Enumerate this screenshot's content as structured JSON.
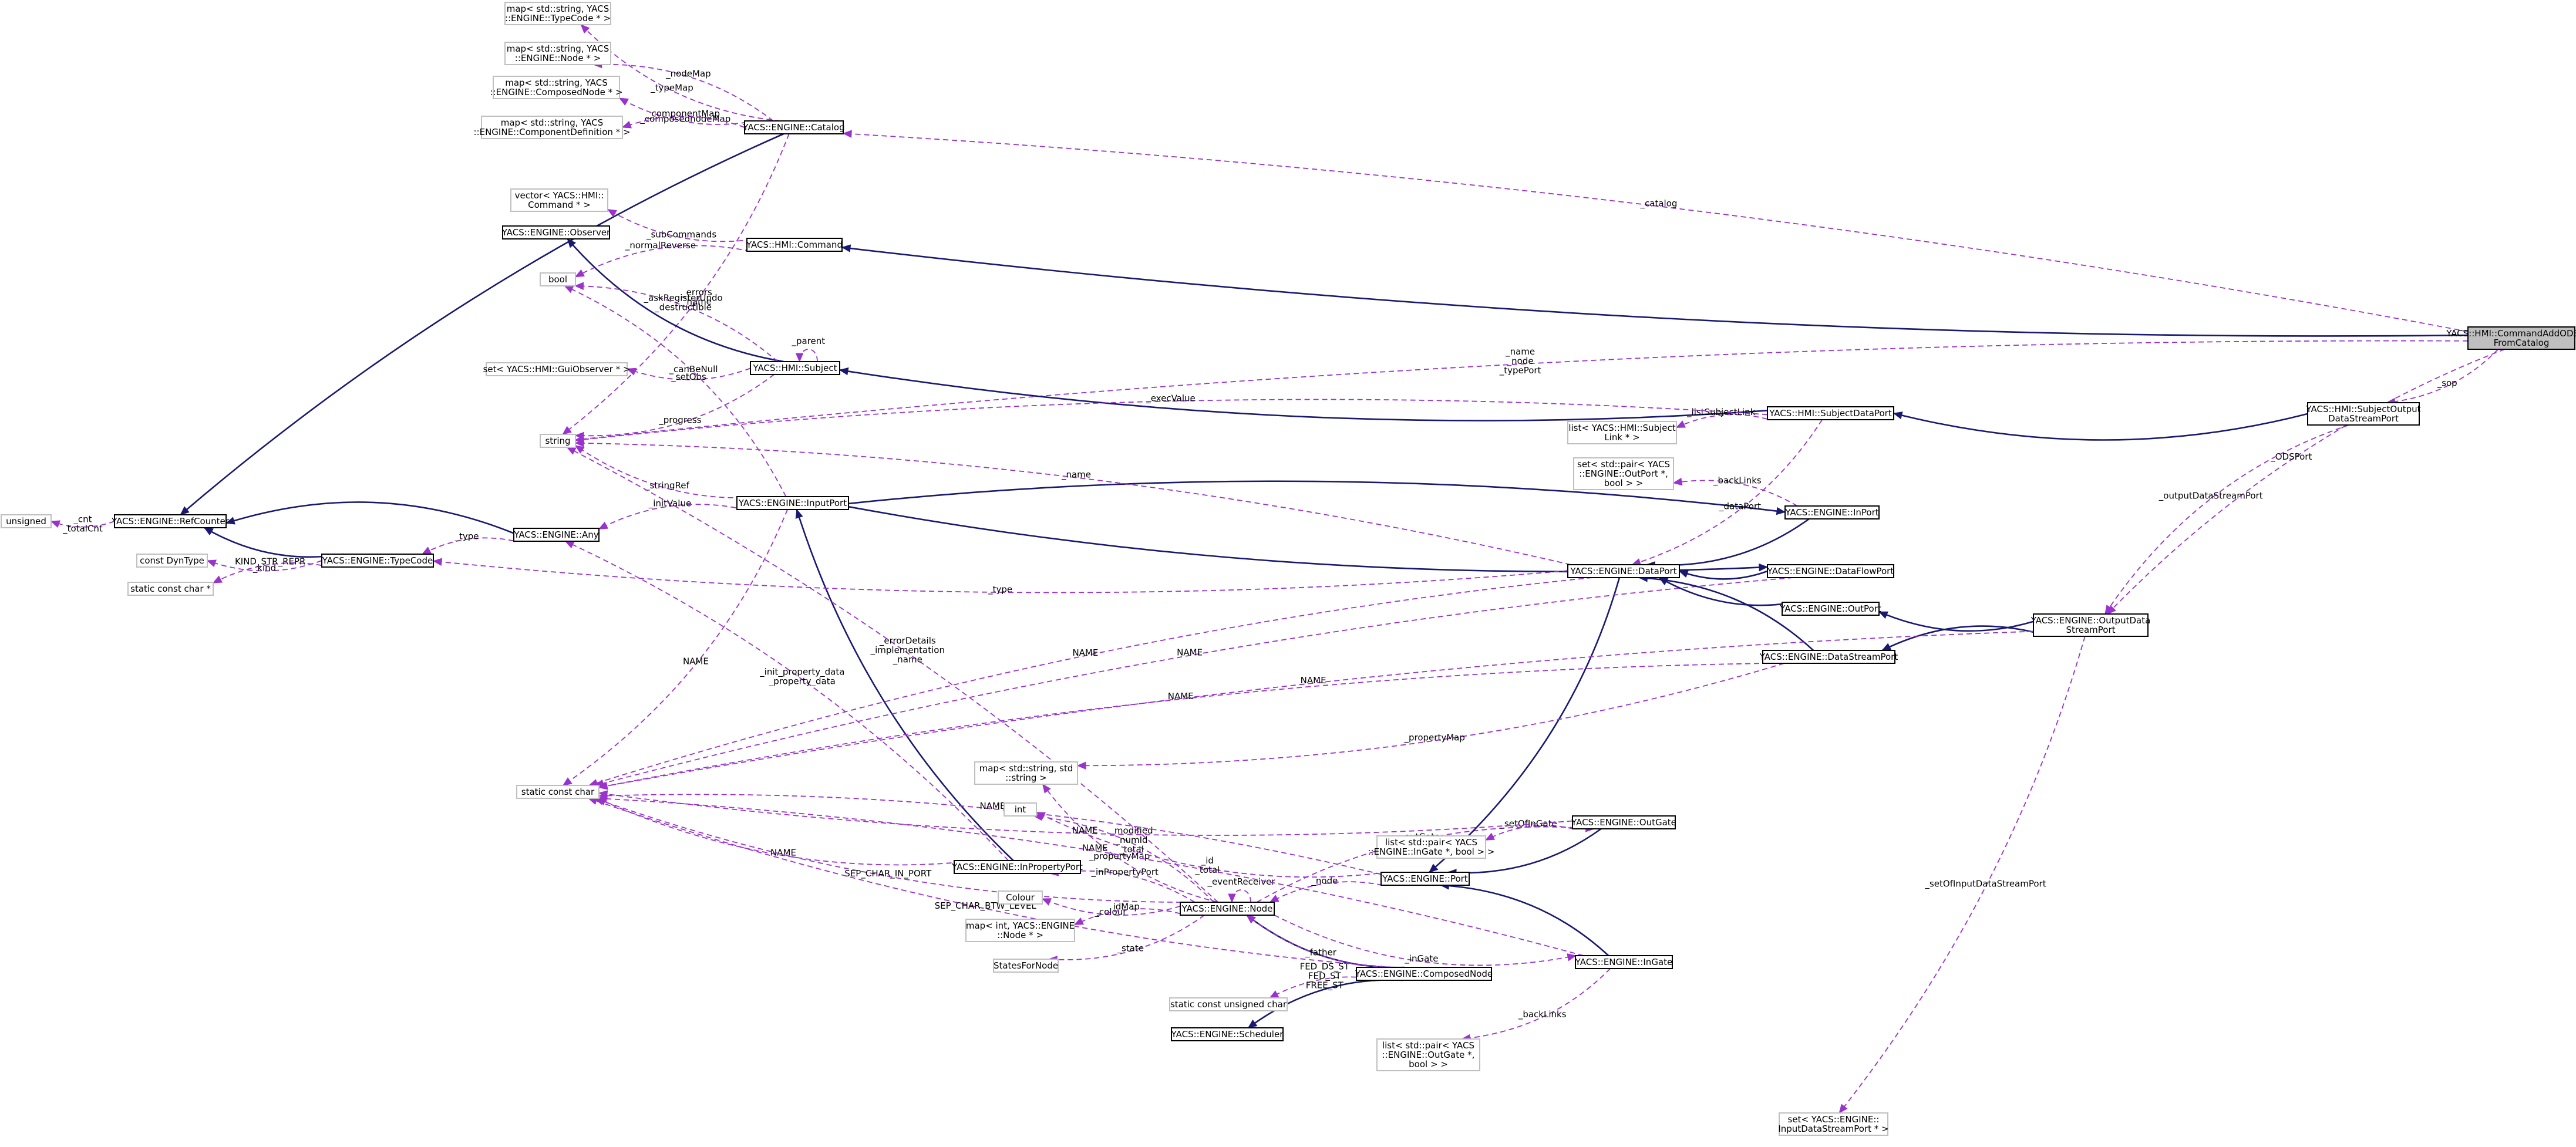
{
  "nodes": {
    "focus": {
      "lines": [
        "YACS::HMI::CommandAddODSPort",
        "FromCatalog"
      ]
    },
    "typecode_map": {
      "lines": [
        "map< std::string, YACS",
        "::ENGINE::TypeCode * >"
      ]
    },
    "node_map": {
      "lines": [
        "map< std::string, YACS",
        "::ENGINE::Node * >"
      ]
    },
    "composed_map": {
      "lines": [
        "map< std::string, YACS",
        "::ENGINE::ComposedNode * >"
      ]
    },
    "component_map": {
      "lines": [
        "map< std::string, YACS",
        "::ENGINE::ComponentDefinition * >"
      ]
    },
    "catalog": {
      "lines": [
        "YACS::ENGINE::Catalog"
      ]
    },
    "cmd_vector": {
      "lines": [
        "vector< YACS::HMI::",
        "Command * >"
      ]
    },
    "observer": {
      "lines": [
        "YACS::ENGINE::Observer"
      ]
    },
    "command": {
      "lines": [
        "YACS::HMI::Command"
      ]
    },
    "bool": {
      "lines": [
        "bool"
      ]
    },
    "guiobs_set": {
      "lines": [
        "set< YACS::HMI::GuiObserver * >"
      ]
    },
    "subject": {
      "lines": [
        "YACS::HMI::Subject"
      ]
    },
    "string": {
      "lines": [
        "string"
      ]
    },
    "unsigned": {
      "lines": [
        "unsigned"
      ]
    },
    "refcounter": {
      "lines": [
        "YACS::ENGINE::RefCounter"
      ]
    },
    "any": {
      "lines": [
        "YACS::ENGINE::Any"
      ]
    },
    "inputport": {
      "lines": [
        "YACS::ENGINE::InputPort"
      ]
    },
    "dyntype": {
      "lines": [
        "const DynType"
      ]
    },
    "typecode": {
      "lines": [
        "YACS::ENGINE::TypeCode"
      ]
    },
    "scc_ptr": {
      "lines": [
        "static const char *"
      ]
    },
    "static_char": {
      "lines": [
        "static const char"
      ]
    },
    "str_map": {
      "lines": [
        "map< std::string, std",
        "::string >"
      ]
    },
    "int": {
      "lines": [
        "int"
      ]
    },
    "inpropertyport": {
      "lines": [
        "YACS::ENGINE::InPropertyPort"
      ]
    },
    "colour": {
      "lines": [
        "Colour"
      ]
    },
    "int_node_map": {
      "lines": [
        "map< int, YACS::ENGINE",
        "::Node * >"
      ]
    },
    "statesfornode": {
      "lines": [
        "StatesForNode"
      ]
    },
    "engine_node": {
      "lines": [
        "YACS::ENGINE::Node"
      ]
    },
    "scu_char": {
      "lines": [
        "static const unsigned char"
      ]
    },
    "scheduler": {
      "lines": [
        "YACS::ENGINE::Scheduler"
      ]
    },
    "composednode": {
      "lines": [
        "YACS::ENGINE::ComposedNode"
      ]
    },
    "ingate_list": {
      "lines": [
        "list< std::pair< YACS",
        "::ENGINE::OutGate *,",
        "bool > >"
      ]
    },
    "outgate_list": {
      "lines": [
        "list< std::pair< YACS",
        "::ENGINE::InGate *, bool > >"
      ]
    },
    "port": {
      "lines": [
        "YACS::ENGINE::Port"
      ]
    },
    "outgate": {
      "lines": [
        "YACS::ENGINE::OutGate"
      ]
    },
    "ingate": {
      "lines": [
        "YACS::ENGINE::InGate"
      ]
    },
    "subjlink_list": {
      "lines": [
        "list< YACS::HMI::Subject",
        "Link * >"
      ]
    },
    "subjectdataport": {
      "lines": [
        "YACS::HMI::SubjectDataPort"
      ]
    },
    "outport_set": {
      "lines": [
        "set< std::pair< YACS",
        "::ENGINE::OutPort *,",
        "bool > >"
      ]
    },
    "inport": {
      "lines": [
        "YACS::ENGINE::InPort"
      ]
    },
    "dataport": {
      "lines": [
        "YACS::ENGINE::DataPort"
      ]
    },
    "dataflowport": {
      "lines": [
        "YACS::ENGINE::DataFlowPort"
      ]
    },
    "outport": {
      "lines": [
        "YACS::ENGINE::OutPort"
      ]
    },
    "datastreamport": {
      "lines": [
        "YACS::ENGINE::DataStreamPort"
      ]
    },
    "outputdatastreamport": {
      "lines": [
        "YACS::ENGINE::OutputData",
        "StreamPort"
      ]
    },
    "subjectoutputdsp": {
      "lines": [
        "YACS::HMI::SubjectOutput",
        "DataStreamPort"
      ]
    },
    "idsp_set": {
      "lines": [
        "set< YACS::ENGINE::",
        "InputDataStreamPort * >"
      ]
    }
  },
  "edges": [
    {
      "from": "refcounter",
      "to": "unsigned",
      "kind": "usage",
      "label": [
        "_cnt",
        "_totalCnt"
      ]
    },
    {
      "from": "any",
      "to": "refcounter",
      "kind": "inherit",
      "label": []
    },
    {
      "from": "typecode",
      "to": "refcounter",
      "kind": "inherit",
      "label": []
    },
    {
      "from": "catalog",
      "to": "refcounter",
      "kind": "inherit",
      "label": []
    },
    {
      "from": "catalog",
      "to": "typecode_map",
      "kind": "usage",
      "label": [
        "_typeMap"
      ]
    },
    {
      "from": "catalog",
      "to": "node_map",
      "kind": "usage",
      "label": [
        "_nodeMap"
      ]
    },
    {
      "from": "catalog",
      "to": "composed_map",
      "kind": "usage",
      "label": [
        "_composednodeMap"
      ]
    },
    {
      "from": "catalog",
      "to": "component_map",
      "kind": "usage",
      "label": [
        "_componentMap"
      ]
    },
    {
      "from": "catalog",
      "to": "string",
      "kind": "usage",
      "label": [
        "_errors",
        "_name"
      ]
    },
    {
      "from": "focus",
      "to": "catalog",
      "kind": "usage",
      "label": [
        "_catalog"
      ]
    },
    {
      "from": "focus",
      "to": "command",
      "kind": "inherit",
      "label": []
    },
    {
      "from": "focus",
      "to": "string",
      "kind": "usage",
      "label": [
        "_name",
        "_node",
        "_typePort"
      ]
    },
    {
      "from": "focus",
      "to": "subjectoutputdsp",
      "kind": "usage",
      "label": [
        "_sop"
      ]
    },
    {
      "from": "focus",
      "to": "outputdatastreamport",
      "kind": "usage",
      "label": [
        "_ODSPort"
      ]
    },
    {
      "from": "command",
      "to": "cmd_vector",
      "kind": "usage",
      "label": [
        "_subCommands"
      ]
    },
    {
      "from": "command",
      "to": "bool",
      "kind": "usage",
      "label": [
        "_normalReverse"
      ]
    },
    {
      "from": "subject",
      "to": "observer",
      "kind": "inherit",
      "label": []
    },
    {
      "from": "subject",
      "to": "bool",
      "kind": "usage",
      "label": [
        "_askRegisterUndo",
        "_destructible"
      ]
    },
    {
      "from": "subject",
      "to": "guiobs_set",
      "kind": "usage",
      "label": [
        "_setObs"
      ]
    },
    {
      "from": "subject",
      "to": "subject",
      "kind": "usage",
      "label": [
        "_parent"
      ]
    },
    {
      "from": "subject",
      "to": "string",
      "kind": "usage",
      "label": [
        "_progress"
      ]
    },
    {
      "from": "inputport",
      "to": "bool",
      "kind": "usage",
      "label": [
        "_canBeNull"
      ]
    },
    {
      "from": "inputport",
      "to": "string",
      "kind": "usage",
      "label": [
        "_stringRef"
      ]
    },
    {
      "from": "inputport",
      "to": "any",
      "kind": "usage",
      "label": [
        "_initValue"
      ]
    },
    {
      "from": "inputport",
      "to": "static_char",
      "kind": "usage",
      "label": [
        "NAME"
      ]
    },
    {
      "from": "inputport",
      "to": "dataflowport",
      "kind": "inherit",
      "label": []
    },
    {
      "from": "inputport",
      "to": "inport",
      "kind": "inherit",
      "label": []
    },
    {
      "from": "any",
      "to": "typecode",
      "kind": "usage",
      "label": [
        "_type"
      ]
    },
    {
      "from": "typecode",
      "to": "dyntype",
      "kind": "usage",
      "label": [
        "_kind"
      ]
    },
    {
      "from": "typecode",
      "to": "scc_ptr",
      "kind": "usage",
      "label": [
        "KIND_STR_REPR"
      ]
    },
    {
      "from": "inpropertyport",
      "to": "inputport",
      "kind": "inherit",
      "label": []
    },
    {
      "from": "inpropertyport",
      "to": "any",
      "kind": "usage",
      "label": [
        "_init_property_data",
        "_property_data"
      ]
    },
    {
      "from": "inpropertyport",
      "to": "static_char",
      "kind": "usage",
      "label": [
        "NAME"
      ]
    },
    {
      "from": "engine_node",
      "to": "inpropertyport",
      "kind": "usage",
      "label": [
        "_inPropertyPort"
      ]
    },
    {
      "from": "engine_node",
      "to": "colour",
      "kind": "usage",
      "label": [
        "_colour"
      ]
    },
    {
      "from": "engine_node",
      "to": "int_node_map",
      "kind": "usage",
      "label": [
        "idMap"
      ]
    },
    {
      "from": "engine_node",
      "to": "statesfornode",
      "kind": "usage",
      "label": [
        "_state"
      ]
    },
    {
      "from": "engine_node",
      "to": "int",
      "kind": "usage",
      "label": [
        "_modified",
        "_numId",
        "_total"
      ]
    },
    {
      "from": "engine_node",
      "to": "str_map",
      "kind": "usage",
      "label": [
        "_propertyMap"
      ]
    },
    {
      "from": "engine_node",
      "to": "string",
      "kind": "usage",
      "label": [
        "_errorDetails",
        "_implementation",
        "_name"
      ]
    },
    {
      "from": "engine_node",
      "to": "static_char",
      "kind": "usage",
      "label": [
        "SEP_CHAR_IN_PORT"
      ]
    },
    {
      "from": "engine_node",
      "to": "engine_node",
      "kind": "usage",
      "label": [
        "_eventReceiver"
      ]
    },
    {
      "from": "engine_node",
      "to": "outgate",
      "kind": "usage",
      "label": [
        "_outGate"
      ]
    },
    {
      "from": "engine_node",
      "to": "ingate",
      "kind": "usage",
      "label": [
        "_inGate"
      ]
    },
    {
      "from": "composednode",
      "to": "engine_node",
      "kind": "inherit",
      "label": []
    },
    {
      "from": "composednode",
      "to": "scheduler",
      "kind": "inherit",
      "label": []
    },
    {
      "from": "composednode",
      "to": "engine_node",
      "kind": "usage",
      "label": [
        "_father"
      ]
    },
    {
      "from": "composednode",
      "to": "scu_char",
      "kind": "usage",
      "label": [
        "FED_DS_ST",
        "FED_ST",
        "FREE_ST"
      ]
    },
    {
      "from": "composednode",
      "to": "static_char",
      "kind": "usage",
      "label": [
        "SEP_CHAR_BTW_LEVEL"
      ]
    },
    {
      "from": "port",
      "to": "engine_node",
      "kind": "usage",
      "label": [
        "_node"
      ]
    },
    {
      "from": "port",
      "to": "int",
      "kind": "usage",
      "label": [
        "_id",
        "_total"
      ]
    },
    {
      "from": "port",
      "to": "static_char",
      "kind": "usage",
      "label": [
        "NAME"
      ]
    },
    {
      "from": "outgate",
      "to": "port",
      "kind": "inherit",
      "label": []
    },
    {
      "from": "outgate",
      "to": "outgate_list",
      "kind": "usage",
      "label": [
        "_setOfInGate"
      ]
    },
    {
      "from": "outgate",
      "to": "static_char",
      "kind": "usage",
      "label": [
        "NAME"
      ]
    },
    {
      "from": "ingate",
      "to": "port",
      "kind": "inherit",
      "label": []
    },
    {
      "from": "ingate",
      "to": "ingate_list",
      "kind": "usage",
      "label": [
        "_backLinks"
      ]
    },
    {
      "from": "ingate",
      "to": "static_char",
      "kind": "usage",
      "label": [
        "NAME"
      ]
    },
    {
      "from": "dataport",
      "to": "port",
      "kind": "inherit",
      "label": []
    },
    {
      "from": "dataport",
      "to": "string",
      "kind": "usage",
      "label": [
        "_name"
      ]
    },
    {
      "from": "dataport",
      "to": "typecode",
      "kind": "usage",
      "label": [
        "_type"
      ]
    },
    {
      "from": "dataport",
      "to": "static_char",
      "kind": "usage",
      "label": [
        "NAME"
      ]
    },
    {
      "from": "inport",
      "to": "dataport",
      "kind": "inherit",
      "label": []
    },
    {
      "from": "inport",
      "to": "outport_set",
      "kind": "usage",
      "label": [
        "_backLinks"
      ]
    },
    {
      "from": "dataflowport",
      "to": "dataport",
      "kind": "inherit",
      "label": []
    },
    {
      "from": "dataflowport",
      "to": "static_char",
      "kind": "usage",
      "label": [
        "NAME"
      ]
    },
    {
      "from": "outport",
      "to": "dataport",
      "kind": "inherit",
      "label": []
    },
    {
      "from": "datastreamport",
      "to": "dataport",
      "kind": "inherit",
      "label": []
    },
    {
      "from": "datastreamport",
      "to": "str_map",
      "kind": "usage",
      "label": [
        "_propertyMap"
      ]
    },
    {
      "from": "datastreamport",
      "to": "static_char",
      "kind": "usage",
      "label": [
        "NAME"
      ]
    },
    {
      "from": "outputdatastreamport",
      "to": "outport",
      "kind": "inherit",
      "label": []
    },
    {
      "from": "outputdatastreamport",
      "to": "datastreamport",
      "kind": "inherit",
      "label": []
    },
    {
      "from": "outputdatastreamport",
      "to": "idsp_set",
      "kind": "usage",
      "label": [
        "_setOfInputDataStreamPort"
      ]
    },
    {
      "from": "outputdatastreamport",
      "to": "static_char",
      "kind": "usage",
      "label": [
        "NAME"
      ]
    },
    {
      "from": "subjectdataport",
      "to": "subject",
      "kind": "inherit",
      "label": []
    },
    {
      "from": "subjectdataport",
      "to": "subjlink_list",
      "kind": "usage",
      "label": [
        "_listSubjectLink"
      ]
    },
    {
      "from": "subjectdataport",
      "to": "dataport",
      "kind": "usage",
      "label": [
        "_dataPort"
      ]
    },
    {
      "from": "subjectdataport",
      "to": "string",
      "kind": "usage",
      "label": [
        "_execValue"
      ]
    },
    {
      "from": "subjectoutputdsp",
      "to": "subjectdataport",
      "kind": "inherit",
      "label": []
    },
    {
      "from": "subjectoutputdsp",
      "to": "outputdatastreamport",
      "kind": "usage",
      "label": [
        "_outputDataStreamPort"
      ]
    }
  ]
}
